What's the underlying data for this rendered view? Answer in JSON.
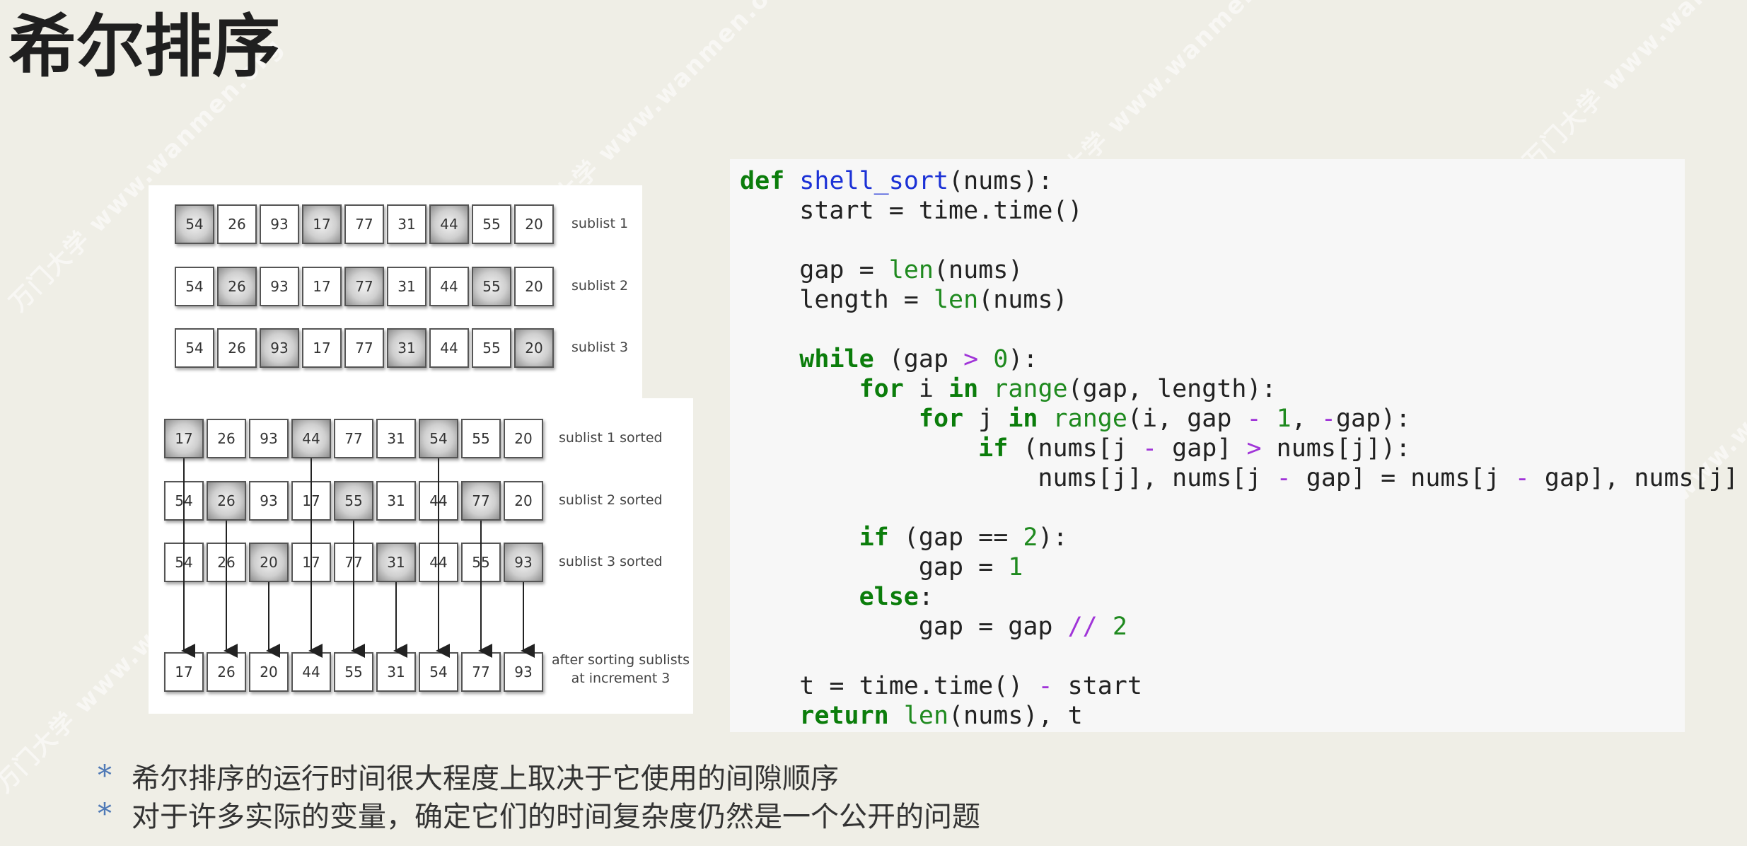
{
  "slide": {
    "title": "希尔排序",
    "watermark": "万门大学 www.wanmen.org"
  },
  "diagram": {
    "sublist_rows": [
      {
        "values": [
          "54",
          "26",
          "93",
          "17",
          "77",
          "31",
          "44",
          "55",
          "20"
        ],
        "highlight": [
          0,
          3,
          6
        ],
        "label": "sublist 1"
      },
      {
        "values": [
          "54",
          "26",
          "93",
          "17",
          "77",
          "31",
          "44",
          "55",
          "20"
        ],
        "highlight": [
          1,
          4,
          7
        ],
        "label": "sublist 2"
      },
      {
        "values": [
          "54",
          "26",
          "93",
          "17",
          "77",
          "31",
          "44",
          "55",
          "20"
        ],
        "highlight": [
          2,
          5,
          8
        ],
        "label": "sublist 3"
      }
    ],
    "sorted_rows": [
      {
        "values": [
          "17",
          "26",
          "93",
          "44",
          "77",
          "31",
          "54",
          "55",
          "20"
        ],
        "highlight": [
          0,
          3,
          6
        ],
        "label": "sublist 1 sorted"
      },
      {
        "values": [
          "54",
          "26",
          "93",
          "17",
          "55",
          "31",
          "44",
          "77",
          "20"
        ],
        "highlight": [
          1,
          4,
          7
        ],
        "label": "sublist 2 sorted"
      },
      {
        "values": [
          "54",
          "26",
          "20",
          "17",
          "77",
          "31",
          "44",
          "55",
          "93"
        ],
        "highlight": [
          2,
          5,
          8
        ],
        "label": "sublist 3 sorted"
      }
    ],
    "result_row": {
      "values": [
        "17",
        "26",
        "20",
        "44",
        "55",
        "31",
        "54",
        "77",
        "93"
      ],
      "label_line1": "after sorting sublists",
      "label_line2": "at increment 3"
    }
  },
  "code": {
    "language": "python",
    "lines": [
      [
        [
          "kw",
          "def"
        ],
        [
          "t",
          " "
        ],
        [
          "fn",
          "shell_sort"
        ],
        [
          "t",
          "(nums):"
        ]
      ],
      [
        [
          "t",
          "    start = time.time()"
        ]
      ],
      [],
      [
        [
          "t",
          "    gap = "
        ],
        [
          "bi",
          "len"
        ],
        [
          "t",
          "(nums)"
        ]
      ],
      [
        [
          "t",
          "    length = "
        ],
        [
          "bi",
          "len"
        ],
        [
          "t",
          "(nums)"
        ]
      ],
      [],
      [
        [
          "t",
          "    "
        ],
        [
          "kw",
          "while"
        ],
        [
          "t",
          " (gap "
        ],
        [
          "op",
          ">"
        ],
        [
          "t",
          " "
        ],
        [
          "nm",
          "0"
        ],
        [
          "t",
          "):"
        ]
      ],
      [
        [
          "t",
          "        "
        ],
        [
          "kw",
          "for"
        ],
        [
          "t",
          " i "
        ],
        [
          "kw",
          "in"
        ],
        [
          "t",
          " "
        ],
        [
          "bi",
          "range"
        ],
        [
          "t",
          "(gap, length):"
        ]
      ],
      [
        [
          "t",
          "            "
        ],
        [
          "kw",
          "for"
        ],
        [
          "t",
          " j "
        ],
        [
          "kw",
          "in"
        ],
        [
          "t",
          " "
        ],
        [
          "bi",
          "range"
        ],
        [
          "t",
          "(i, gap "
        ],
        [
          "op",
          "-"
        ],
        [
          "t",
          " "
        ],
        [
          "nm",
          "1"
        ],
        [
          "t",
          ", "
        ],
        [
          "op",
          "-"
        ],
        [
          "t",
          "gap):"
        ]
      ],
      [
        [
          "t",
          "                "
        ],
        [
          "kw",
          "if"
        ],
        [
          "t",
          " (nums[j "
        ],
        [
          "op",
          "-"
        ],
        [
          "t",
          " gap] "
        ],
        [
          "op",
          ">"
        ],
        [
          "t",
          " nums[j]):"
        ]
      ],
      [
        [
          "t",
          "                    nums[j], nums[j "
        ],
        [
          "op",
          "-"
        ],
        [
          "t",
          " gap] = nums[j "
        ],
        [
          "op",
          "-"
        ],
        [
          "t",
          " gap], nums[j]"
        ]
      ],
      [],
      [
        [
          "t",
          "        "
        ],
        [
          "kw",
          "if"
        ],
        [
          "t",
          " (gap == "
        ],
        [
          "nm",
          "2"
        ],
        [
          "t",
          "):"
        ]
      ],
      [
        [
          "t",
          "            gap = "
        ],
        [
          "nm",
          "1"
        ]
      ],
      [
        [
          "t",
          "        "
        ],
        [
          "kw",
          "else"
        ],
        [
          "t",
          ":"
        ]
      ],
      [
        [
          "t",
          "            gap = gap "
        ],
        [
          "op",
          "//"
        ],
        [
          "t",
          " "
        ],
        [
          "nm",
          "2"
        ]
      ],
      [],
      [
        [
          "t",
          "    t = time.time() "
        ],
        [
          "op",
          "-"
        ],
        [
          "t",
          " start"
        ]
      ],
      [
        [
          "t",
          "    "
        ],
        [
          "kw",
          "return"
        ],
        [
          "t",
          " "
        ],
        [
          "bi",
          "len"
        ],
        [
          "t",
          "(nums), t"
        ]
      ]
    ]
  },
  "bullets": [
    {
      "marker": "*",
      "text": "希尔排序的运行时间很大程度上取决于它使用的间隙顺序"
    },
    {
      "marker": "*",
      "text": "对于许多实际的变量，确定它们的时间复杂度仍然是一个公开的问题"
    }
  ],
  "colors": {
    "background": "#efeee6",
    "keyword": "#0b7d0b",
    "function_name": "#1b31d6",
    "builtin": "#1f8a1f",
    "operator": "#a034d8",
    "bullet_marker": "#4f79b6"
  }
}
